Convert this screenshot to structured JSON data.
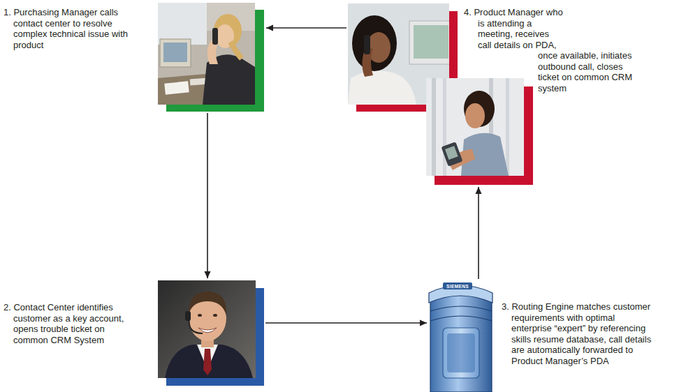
{
  "diagram": {
    "nodes": [
      {
        "text": [
          "1. Purchasing Manager calls contact center to resolve complex technical issue with product"
        ]
      },
      {
        "text": [
          "2. Contact Center identifies customer as a key account, opens trouble ticket on common CRM System"
        ]
      },
      {
        "text": [
          "3. Routing Engine matches customer requirements with optimal enterprise “expert” by referencing skills resume database, call details are automatically forwarded to Product Manager’s PDA"
        ]
      },
      {
        "text": [
          "4. Product Manager who is attending a meeting, receives call details on PDA, once available, initiates outbound call, closes ticket on common CRM system"
        ]
      }
    ],
    "edges": [
      {
        "from": 0,
        "to": 1,
        "arrow": "to"
      },
      {
        "from": 1,
        "to": 2,
        "arrow": "to"
      },
      {
        "from": 2,
        "to": 3,
        "arrow": "to"
      },
      {
        "from": 3,
        "to": 0,
        "arrow": "to"
      }
    ],
    "labels": [
      "SIEMENS"
    ]
  }
}
